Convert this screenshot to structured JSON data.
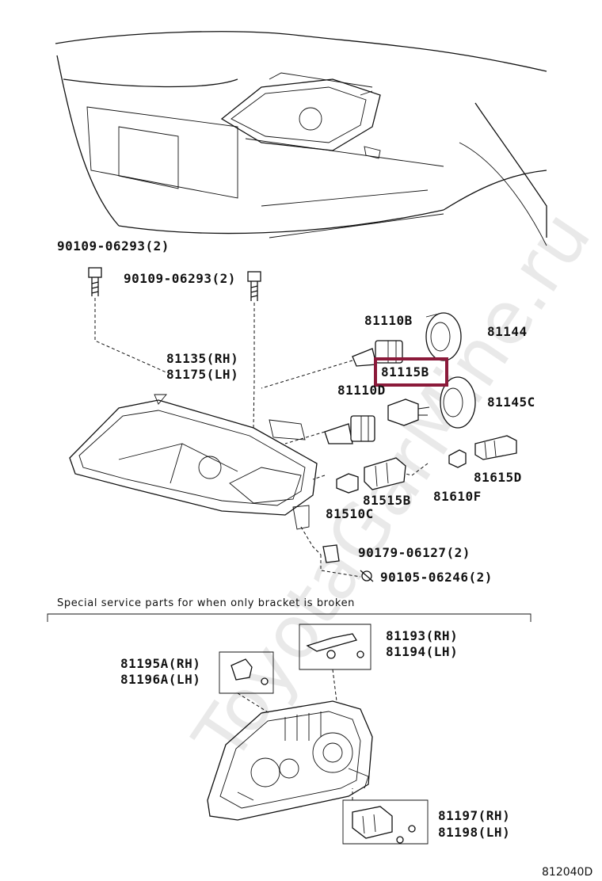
{
  "watermark": "ToyotaGarMine.ru",
  "labels": {
    "bolt_a": "90109-06293(2)",
    "bolt_b": "90109-06293(2)",
    "unit_rh": "81135(RH)",
    "unit_lh": "81175(LH)",
    "p81110b": "81110B",
    "p81144": "81144",
    "p81115b": "81115B",
    "p81110d": "81110D",
    "p81145c": "81145C",
    "p81615d": "81615D",
    "p81610f": "81610F",
    "p81515b": "81515B",
    "p81510c": "81510C",
    "nut": "90179-06127(2)",
    "screw": "90105-06246(2)",
    "p81193": "81193(RH)",
    "p81194": "81194(LH)",
    "p81195a": "81195A(RH)",
    "p81196a": "81196A(LH)",
    "p81197": "81197(RH)",
    "p81198": "81198(LH)"
  },
  "note": "Special service parts for when only bracket is broken",
  "diagram_code": "812040D",
  "highlight_color": "#8b1a3a"
}
